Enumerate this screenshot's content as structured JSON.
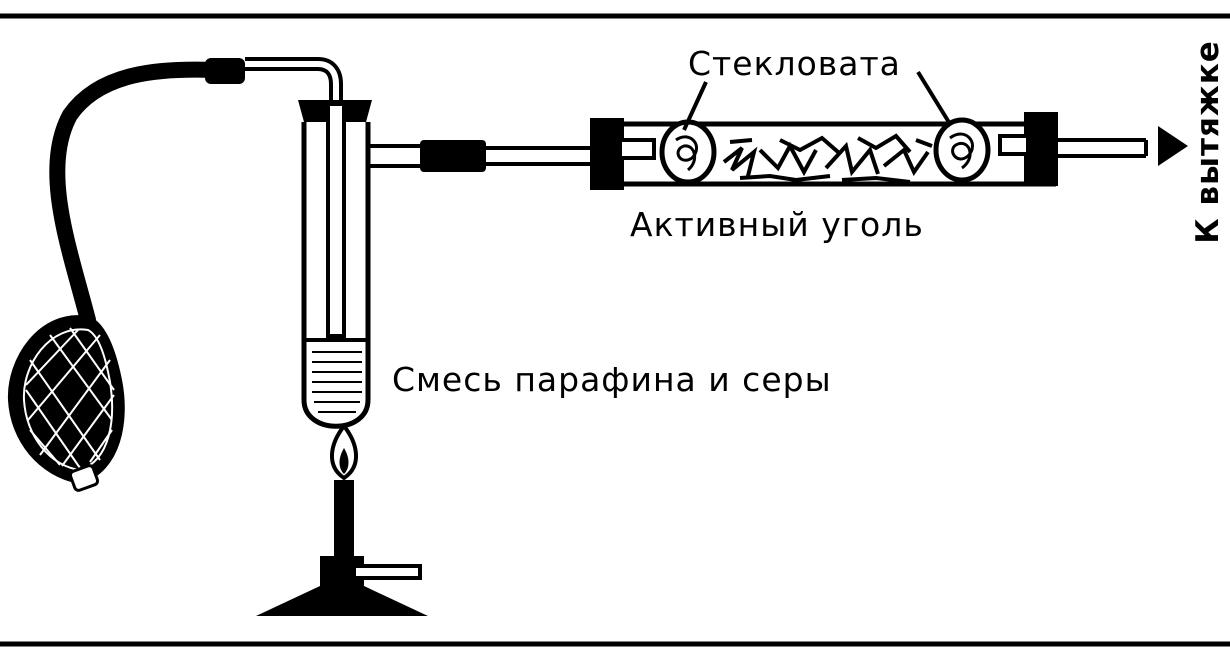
{
  "labels": {
    "glass_wool": "Стекловата",
    "activated_charcoal": "Активный уголь",
    "mixture": "Смесь парафина и серы",
    "to_fume_hood": "К вытяжке"
  },
  "colors": {
    "ink": "#000000",
    "paper": "#ffffff"
  }
}
